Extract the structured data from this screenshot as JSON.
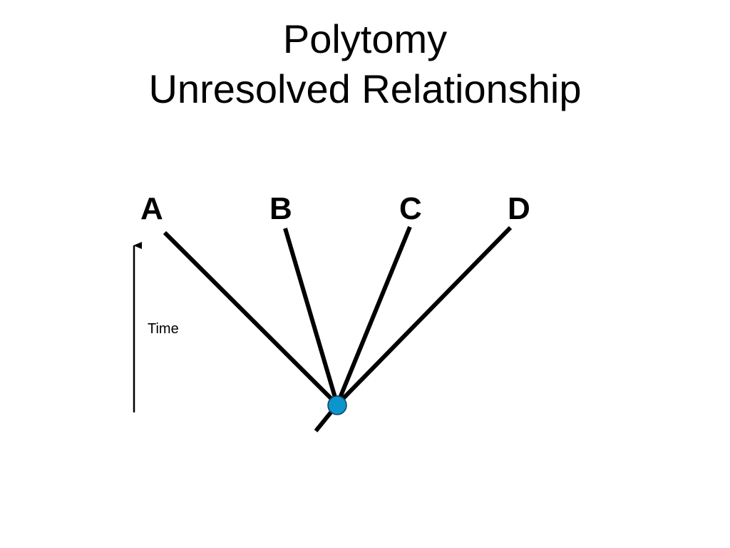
{
  "title": {
    "line1": "Polytomy",
    "line2": "Unresolved Relationship"
  },
  "diagram": {
    "taxa": [
      "A",
      "B",
      "C",
      "D"
    ],
    "axis_label": "Time",
    "colors": {
      "branch": "#000000",
      "node_fill": "#0a96cc",
      "node_stroke": "#1a3d5c"
    }
  }
}
